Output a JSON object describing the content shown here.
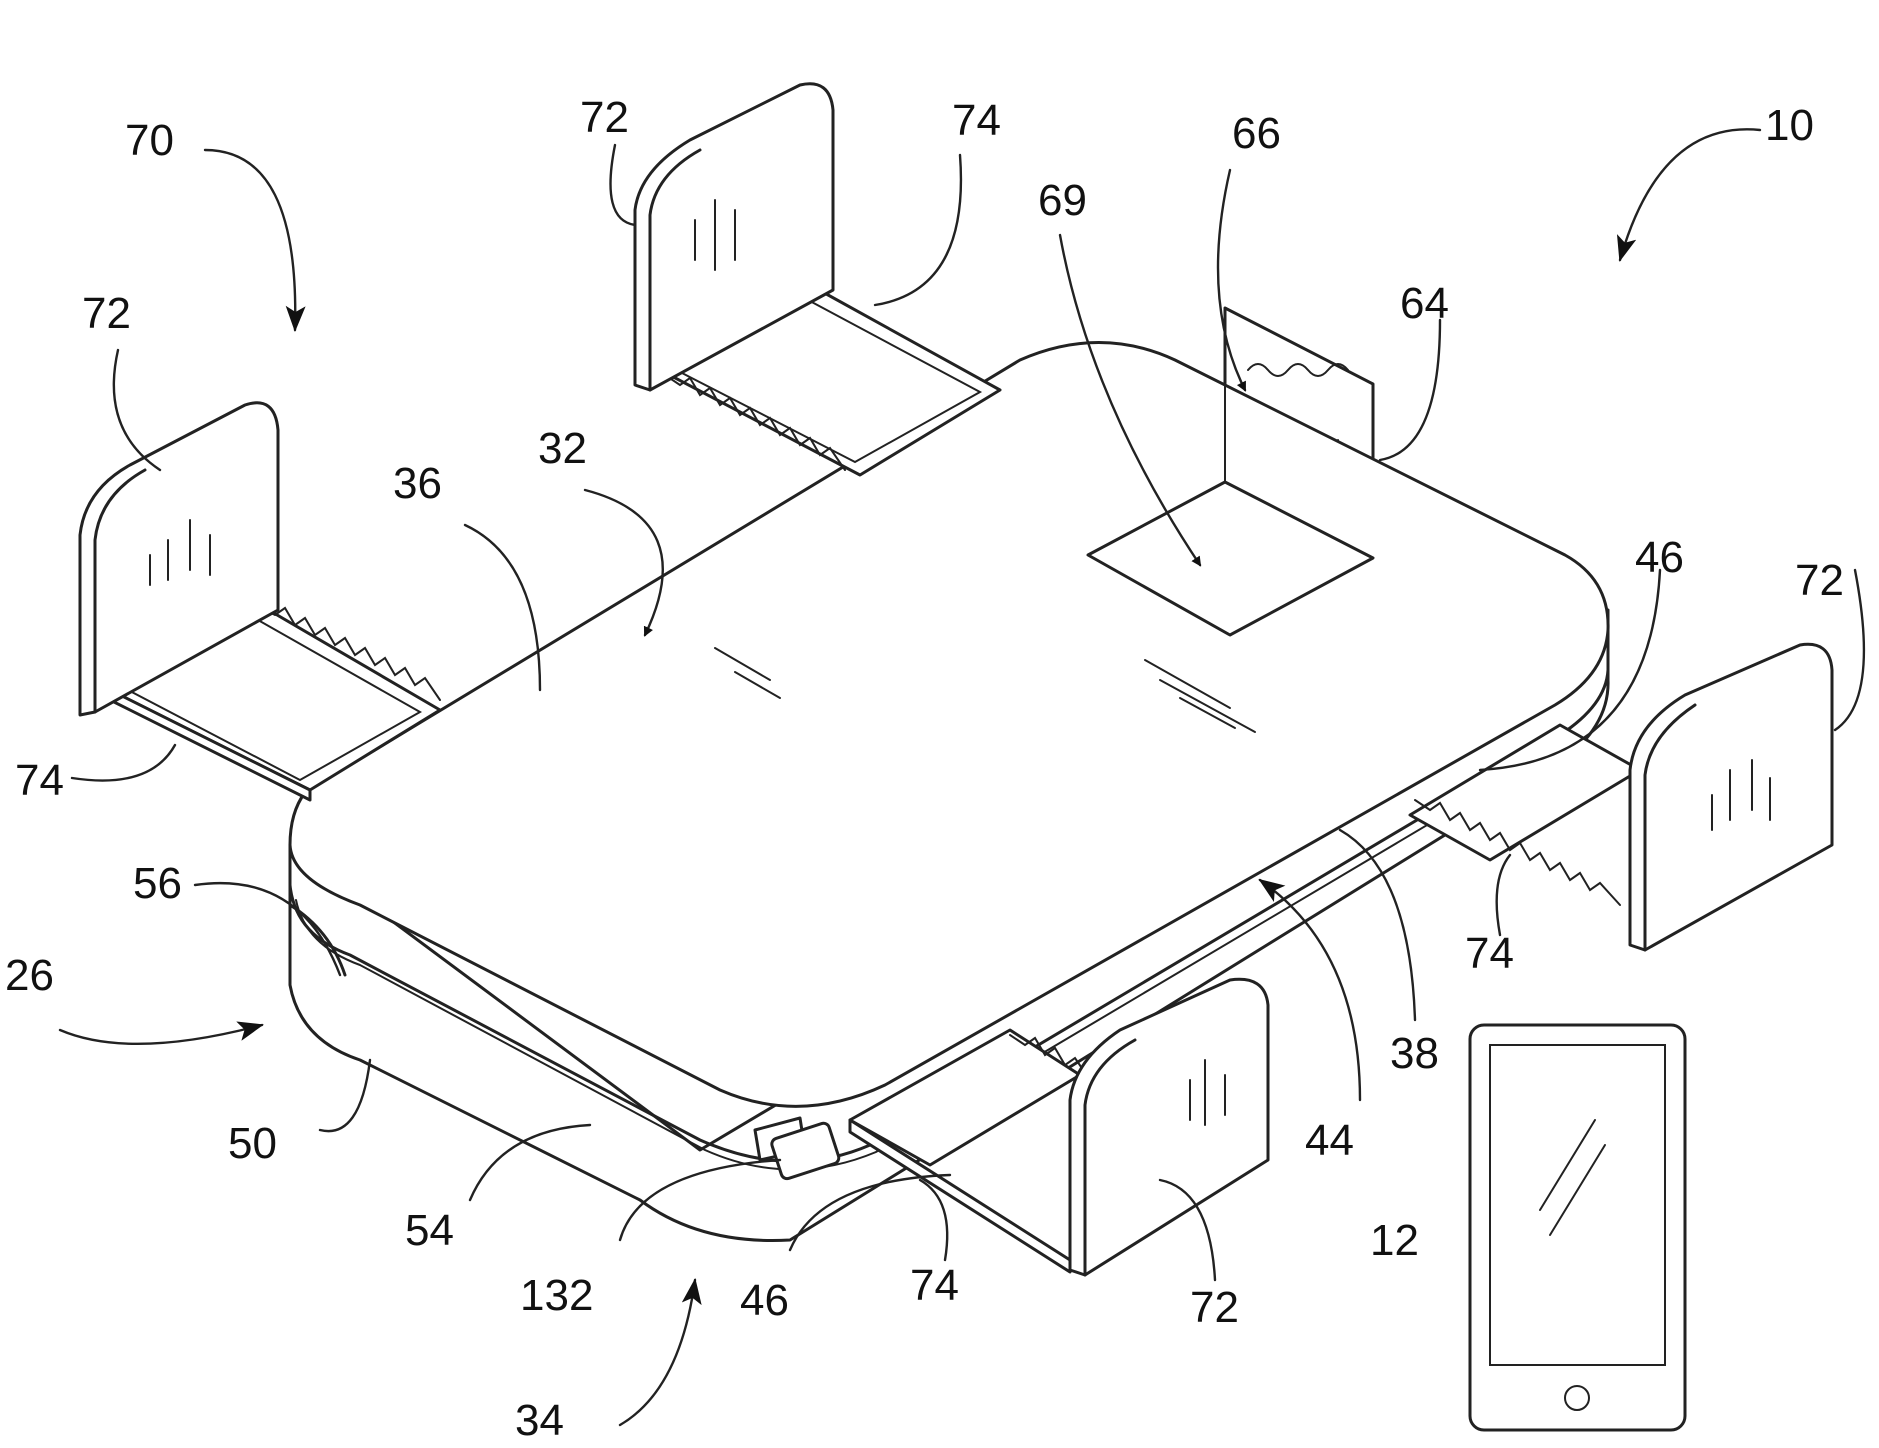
{
  "figure": {
    "labels": {
      "l10": "10",
      "l12": "12",
      "l26": "26",
      "l32": "32",
      "l34": "34",
      "l36": "36",
      "l38": "38",
      "l44": "44",
      "l46a": "46",
      "l46b": "46",
      "l50": "50",
      "l54": "54",
      "l56": "56",
      "l64": "64",
      "l66": "66",
      "l69": "69",
      "l70": "70",
      "l72a": "72",
      "l72b": "72",
      "l72c": "72",
      "l72d": "72",
      "l74a": "74",
      "l74b": "74",
      "l74c": "74",
      "l74d": "74",
      "l132": "132"
    }
  }
}
